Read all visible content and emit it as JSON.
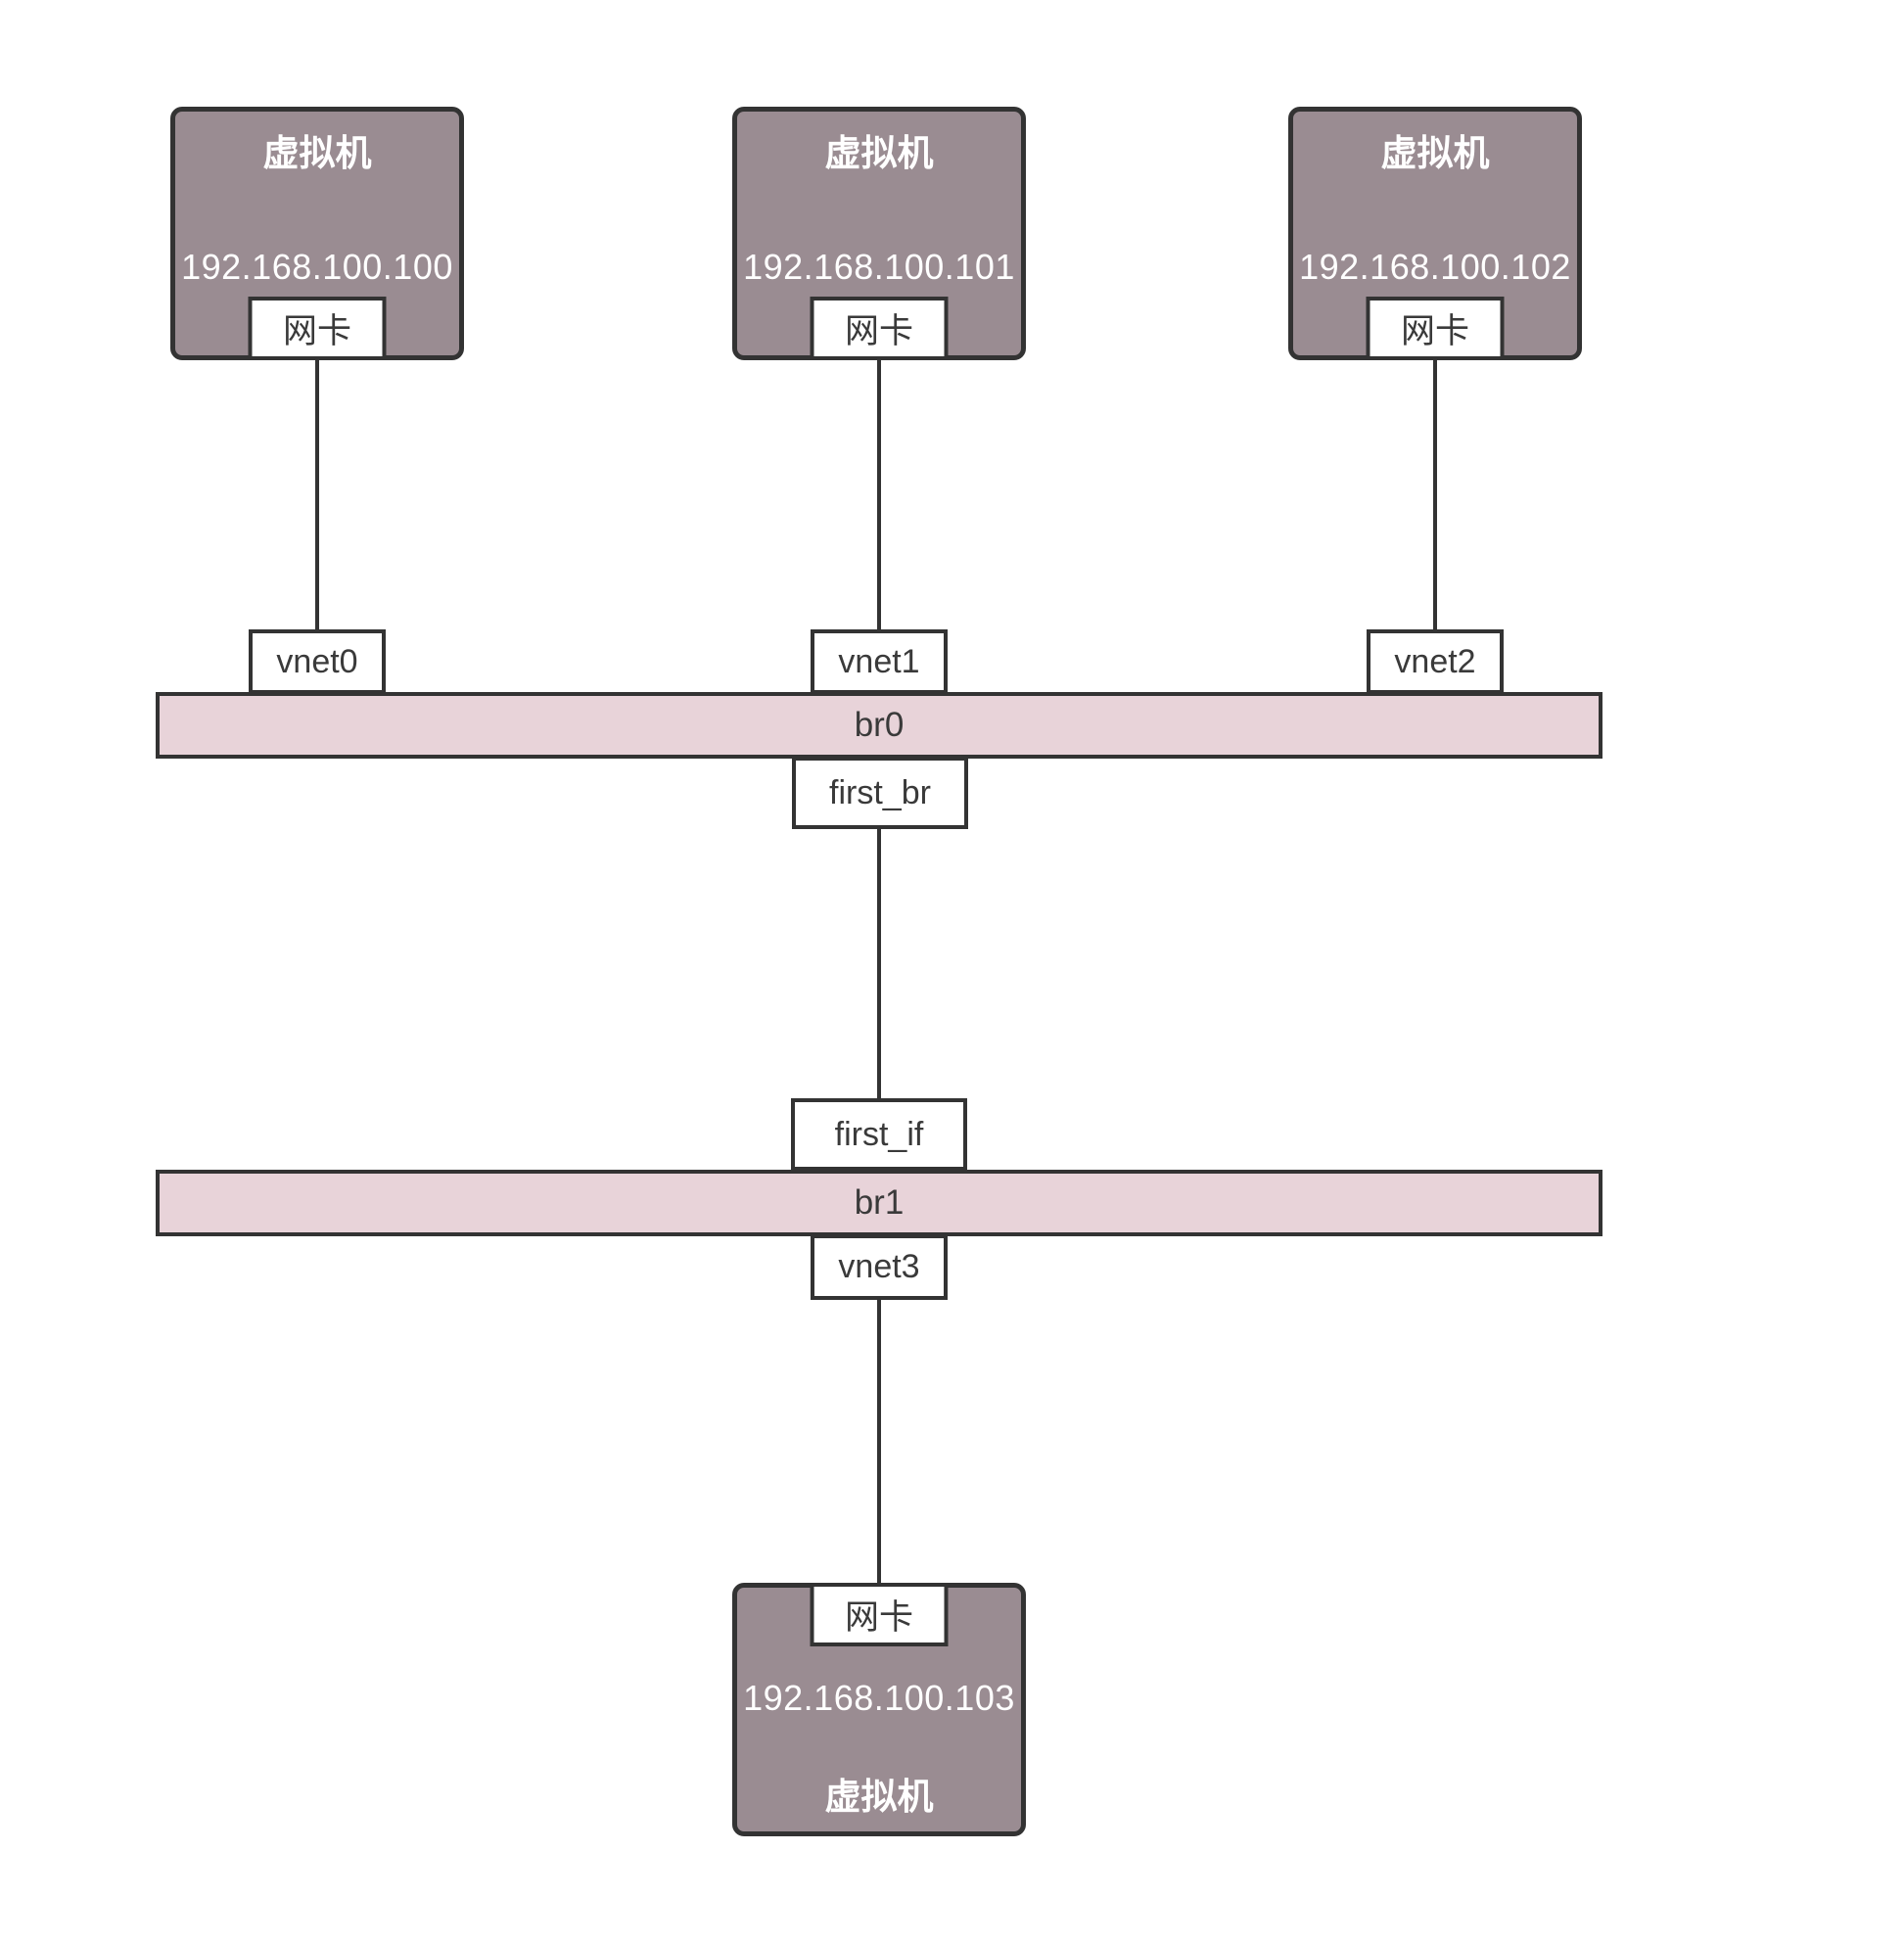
{
  "diagram": {
    "vms_top": [
      {
        "title": "虚拟机",
        "ip": "192.168.100.100",
        "nic": "网卡"
      },
      {
        "title": "虚拟机",
        "ip": "192.168.100.101",
        "nic": "网卡"
      },
      {
        "title": "虚拟机",
        "ip": "192.168.100.102",
        "nic": "网卡"
      }
    ],
    "vnets_top": [
      "vnet0",
      "vnet1",
      "vnet2"
    ],
    "bridge0": {
      "label": "br0",
      "port": "first_br"
    },
    "bridge1": {
      "label": "br1",
      "uplink": "first_if",
      "port": "vnet3"
    },
    "vm_bottom": {
      "title": "虚拟机",
      "ip": "192.168.100.103",
      "nic": "网卡"
    },
    "colors": {
      "vm_fill": "#9a8c92",
      "bridge_fill": "#e8d3d9",
      "border": "#333333",
      "text_dark": "#3a3a3a",
      "text_light": "#ffffff"
    }
  }
}
